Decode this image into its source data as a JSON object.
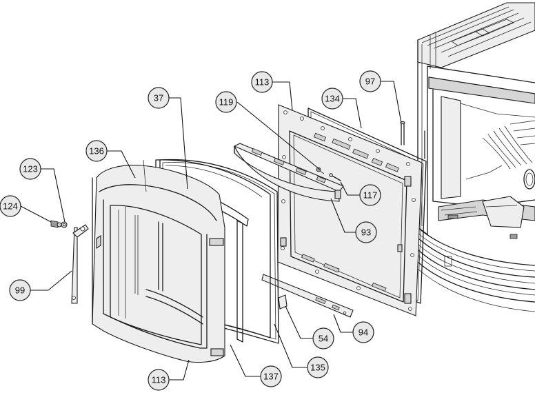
{
  "callouts": [
    {
      "id": "c113a",
      "label": "113"
    },
    {
      "id": "c134",
      "label": "134"
    },
    {
      "id": "c97",
      "label": "97"
    },
    {
      "id": "c37",
      "label": "37"
    },
    {
      "id": "c119",
      "label": "119"
    },
    {
      "id": "c136",
      "label": "136"
    },
    {
      "id": "c123",
      "label": "123"
    },
    {
      "id": "c124",
      "label": "124"
    },
    {
      "id": "c117",
      "label": "117"
    },
    {
      "id": "c93",
      "label": "93"
    },
    {
      "id": "c99",
      "label": "99"
    },
    {
      "id": "c54",
      "label": "54"
    },
    {
      "id": "c94",
      "label": "94"
    },
    {
      "id": "c135",
      "label": "135"
    },
    {
      "id": "c137",
      "label": "137"
    },
    {
      "id": "c113b",
      "label": "113"
    }
  ]
}
